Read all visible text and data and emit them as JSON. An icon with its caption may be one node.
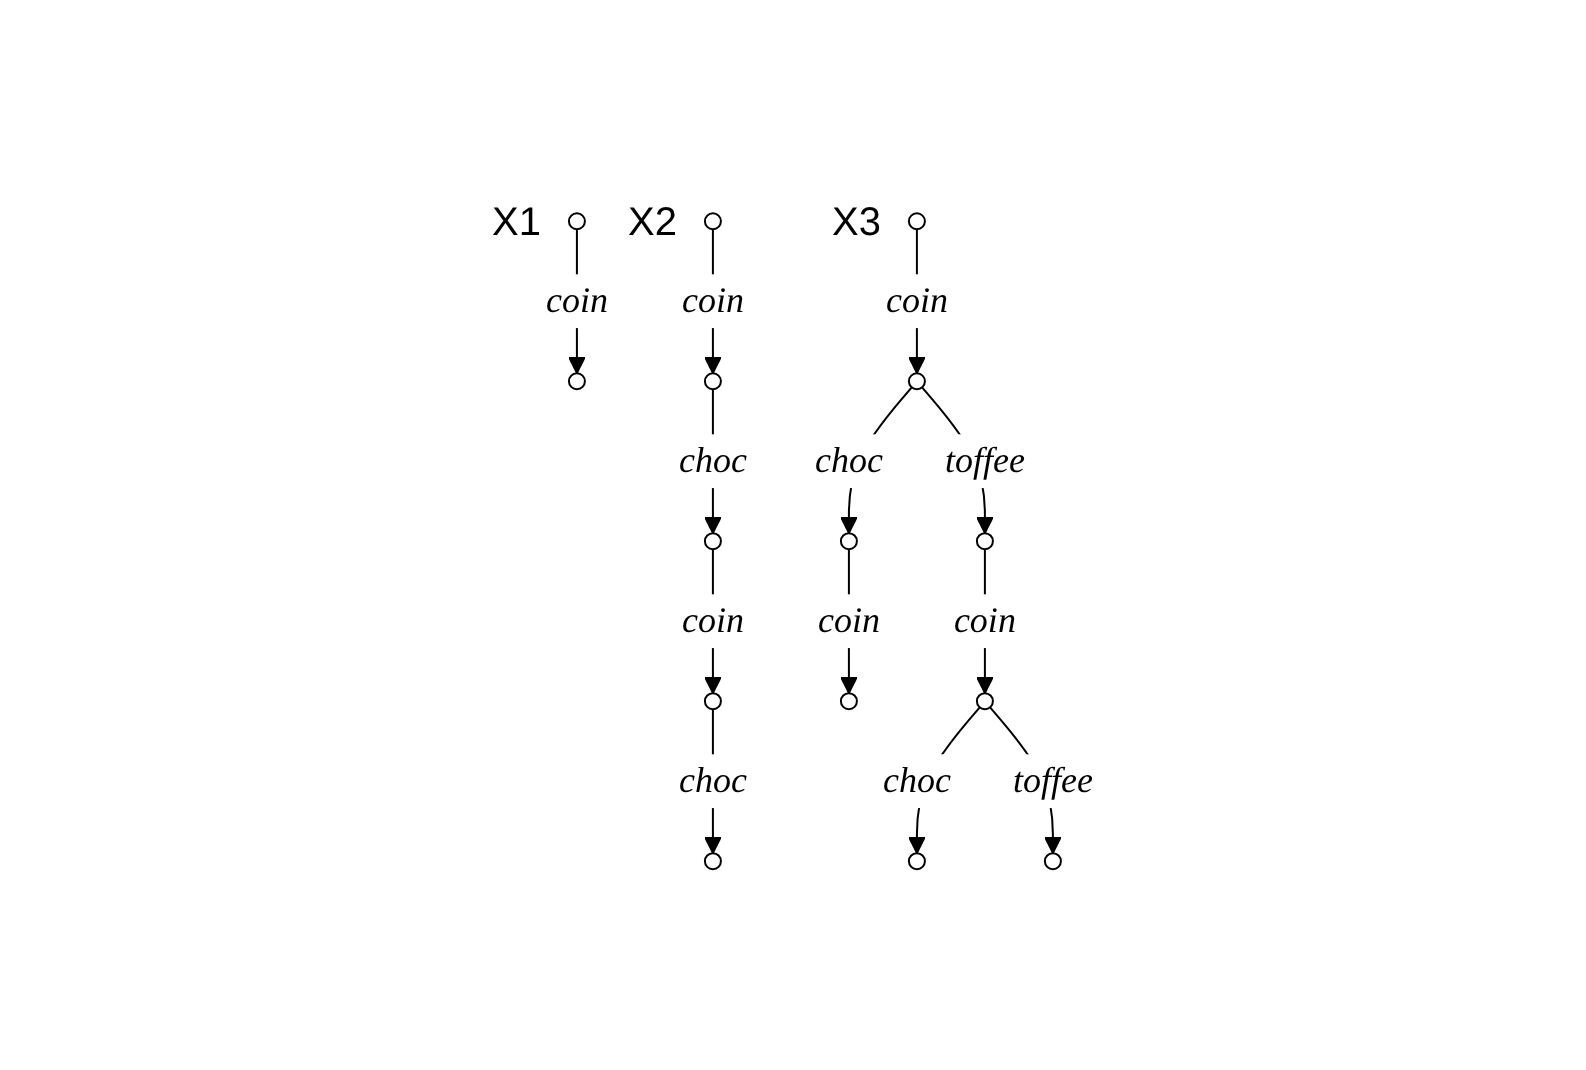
{
  "diagram": {
    "nodes": [
      {
        "text": [],
        "shape": "circle",
        "beside": [
          "X1"
        ]
      },
      {
        "text": [],
        "shape": "circle"
      },
      {
        "text": [],
        "shape": "circle",
        "beside": [
          "X2"
        ]
      },
      {
        "text": [],
        "shape": "circle"
      },
      {
        "text": [],
        "shape": "circle"
      },
      {
        "text": [],
        "shape": "circle"
      },
      {
        "text": [],
        "shape": "circle"
      },
      {
        "text": [],
        "shape": "circle",
        "beside": [
          "X3"
        ]
      },
      {
        "text": [],
        "shape": "circle"
      },
      {
        "text": [],
        "shape": "circle"
      },
      {
        "text": [],
        "shape": "circle"
      },
      {
        "text": [],
        "shape": "circle"
      },
      {
        "text": [],
        "shape": "circle"
      },
      {
        "text": [],
        "shape": "circle"
      },
      {
        "text": [],
        "shape": "circle"
      }
    ],
    "edges": [
      {
        "from": 0,
        "to": 1,
        "arrow": "to",
        "label": "coin"
      },
      {
        "from": 2,
        "to": 3,
        "arrow": "to",
        "label": "coin"
      },
      {
        "from": 3,
        "to": 4,
        "arrow": "to",
        "label": "choc"
      },
      {
        "from": 4,
        "to": 5,
        "arrow": "to",
        "label": "coin"
      },
      {
        "from": 5,
        "to": 6,
        "arrow": "to",
        "label": "choc"
      },
      {
        "from": 7,
        "to": 8,
        "arrow": "to",
        "label": "coin"
      },
      {
        "from": 8,
        "to": 9,
        "arrow": "to",
        "label": "choc"
      },
      {
        "from": 8,
        "to": 10,
        "arrow": "to",
        "label": "toffee"
      },
      {
        "from": 9,
        "to": 11,
        "arrow": "to",
        "label": "coin"
      },
      {
        "from": 10,
        "to": 12,
        "arrow": "to",
        "label": "coin"
      },
      {
        "from": 12,
        "to": 13,
        "arrow": "to",
        "label": "choc"
      },
      {
        "from": 12,
        "to": 14,
        "arrow": "to",
        "label": "toffee"
      }
    ]
  }
}
